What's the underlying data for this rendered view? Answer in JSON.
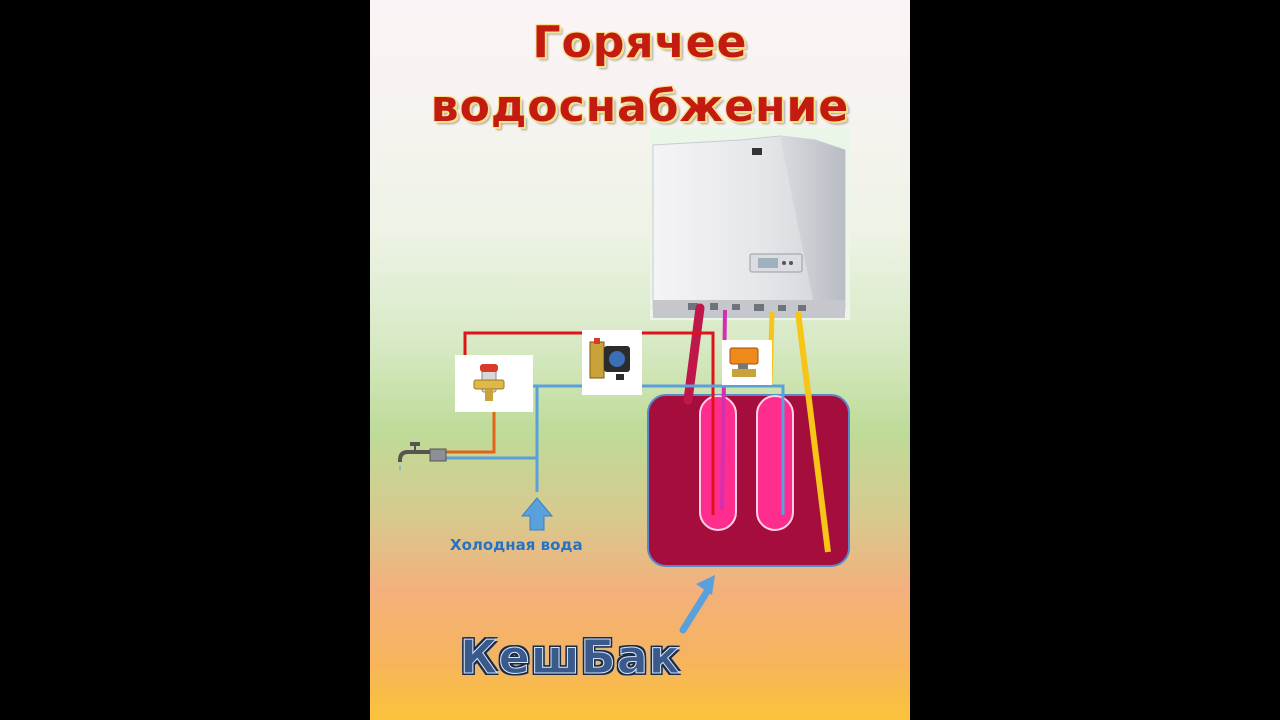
{
  "title": {
    "line1": "Горячее",
    "line2": "водоснабжение"
  },
  "labels": {
    "cold_water": "Холодная вода",
    "brand": "КешБак"
  },
  "icons": [
    "boiler-icon",
    "pump-icon",
    "thermostatic-mixing-valve-icon",
    "motorized-valve-icon",
    "faucet-icon",
    "arrow-up-icon",
    "arrow-diagonal-icon"
  ],
  "colors": {
    "hot_line": "#e0121c",
    "cold_line": "#5aa0dc",
    "mixed_line": "#e2641a",
    "boiler_supply": "#c0174a",
    "heating_loop": "#d42fb0",
    "yellow_line": "#f7c418",
    "tank": "#a50d3c",
    "coil": "#ff2e8e",
    "title": "#c31b12",
    "brand": "#3a5a8c"
  }
}
